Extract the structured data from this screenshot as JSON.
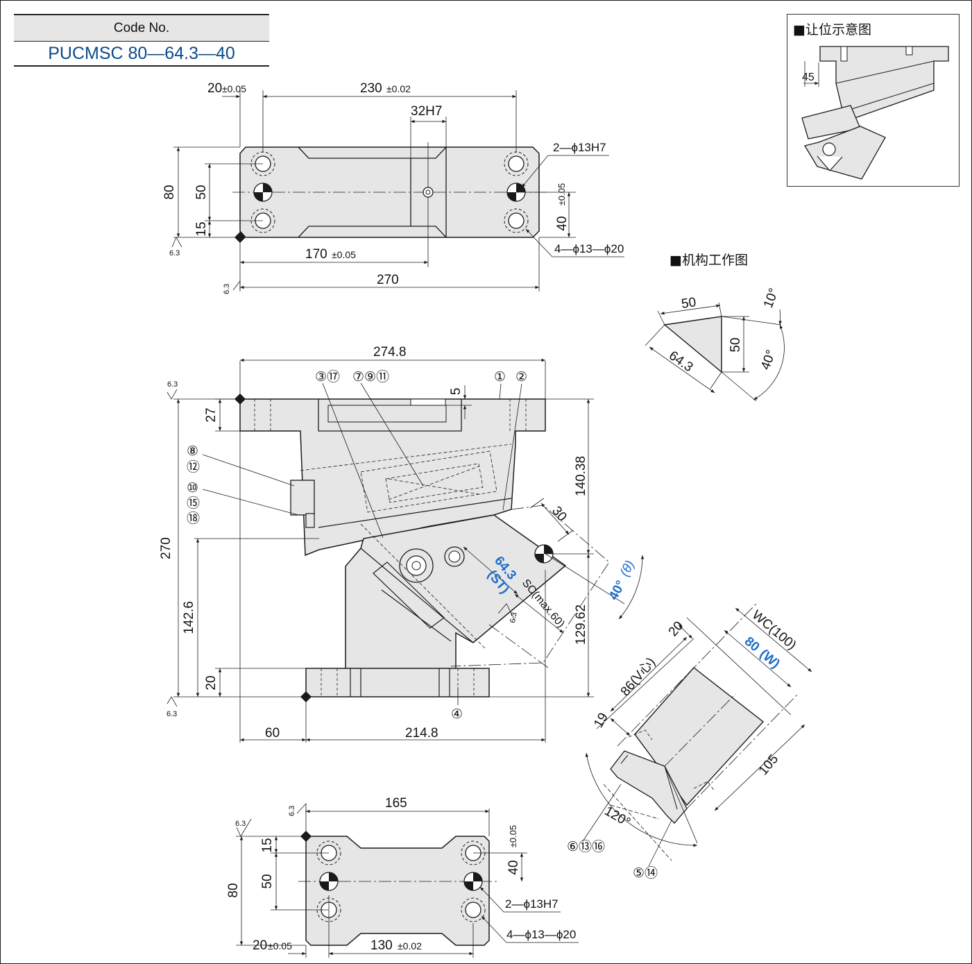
{
  "code_box": {
    "label": "Code No.",
    "value": "PUCMSC 80—64.3—40"
  },
  "headings": {
    "clearance": "■让位示意图",
    "mechanism": "■机构工作图"
  },
  "surface": "6.3",
  "top_view": {
    "d20": "20",
    "d20_tol": "±0.05",
    "d230": "230",
    "d230_tol": "±0.02",
    "d32": "32H7",
    "hole2": "2—ϕ13H7",
    "hole4": "4—ϕ13—ϕ20",
    "d80": "80",
    "d50": "50",
    "d15": "15",
    "d40": "40",
    "d40_tol": "±0.05",
    "d170": "170",
    "d170_tol": "±0.05",
    "d270": "270"
  },
  "front_view": {
    "d274_8": "274.8",
    "d27": "27",
    "d5": "5",
    "d140_38": "140.38",
    "d270": "270",
    "d142_6": "142.6",
    "d129_62": "129.62",
    "d20": "20",
    "d60": "60",
    "d214_8": "214.8",
    "d30": "30",
    "st_val": "64.3",
    "st_label": "(ST)",
    "sc": "SC(max.60)",
    "angle": "40°",
    "theta": "(θ)"
  },
  "part_labels": [
    "③⑰",
    "⑦⑨⑪",
    "①",
    "②",
    "⑧",
    "⑫",
    "⑩",
    "⑮",
    "⑱",
    "④",
    "⑥⑬⑯",
    "⑤⑭"
  ],
  "mechanism": {
    "d50a": "50",
    "d10": "10°",
    "d50b": "50",
    "d64_3": "64.3",
    "d40": "40°"
  },
  "clearance": {
    "d45": "45"
  },
  "rotated_view": {
    "wc": "WC(100)",
    "w_val": "80",
    "w_label": "(W)",
    "d20": "20",
    "d86": "86(V心)",
    "d19": "19",
    "d105": "105",
    "d120": "120°"
  },
  "bottom_view": {
    "d165": "165",
    "d15": "15",
    "d50": "50",
    "d80": "80",
    "d40": "40",
    "d40_tol": "±0.05",
    "hole2": "2—ϕ13H7",
    "hole4": "4—ϕ13—ϕ20",
    "d20": "20",
    "d20_tol": "±0.05",
    "d130": "130",
    "d130_tol": "±0.02"
  },
  "colors": {
    "line": "#1a1a1a",
    "fill": "#e6e6e6",
    "accent": "#1e6ec8",
    "code": "#0a4a8a"
  }
}
